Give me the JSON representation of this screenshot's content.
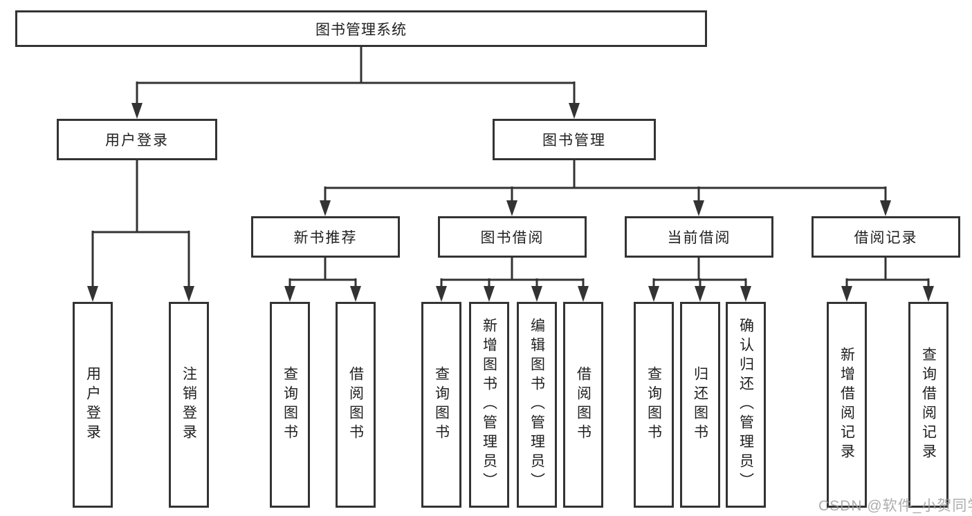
{
  "colors": {
    "line": "#333333",
    "text": "#1f1f1f",
    "box_background": "#ffffff",
    "watermark": "#9e9e9e"
  },
  "watermark": {
    "text": "CSDN @软件_小贺同学"
  },
  "tree": {
    "root": {
      "label": "图书管理系统"
    },
    "branches": [
      {
        "label": "用户登录",
        "children": [
          {
            "label": "用户登录"
          },
          {
            "label": "注销登录"
          }
        ]
      },
      {
        "label": "图书管理",
        "children": [
          {
            "label": "新书推荐",
            "children": [
              {
                "label": "查询图书"
              },
              {
                "label": "借阅图书"
              }
            ]
          },
          {
            "label": "图书借阅",
            "children": [
              {
                "label": "查询图书"
              },
              {
                "label": "新增图书（管理员）"
              },
              {
                "label": "编辑图书（管理员）"
              },
              {
                "label": "借阅图书"
              }
            ]
          },
          {
            "label": "当前借阅",
            "children": [
              {
                "label": "查询图书"
              },
              {
                "label": "归还图书"
              },
              {
                "label": "确认归还（管理员）"
              }
            ]
          },
          {
            "label": "借阅记录",
            "children": [
              {
                "label": "新增借阅记录"
              },
              {
                "label": "查询借阅记录"
              }
            ]
          }
        ]
      }
    ]
  }
}
